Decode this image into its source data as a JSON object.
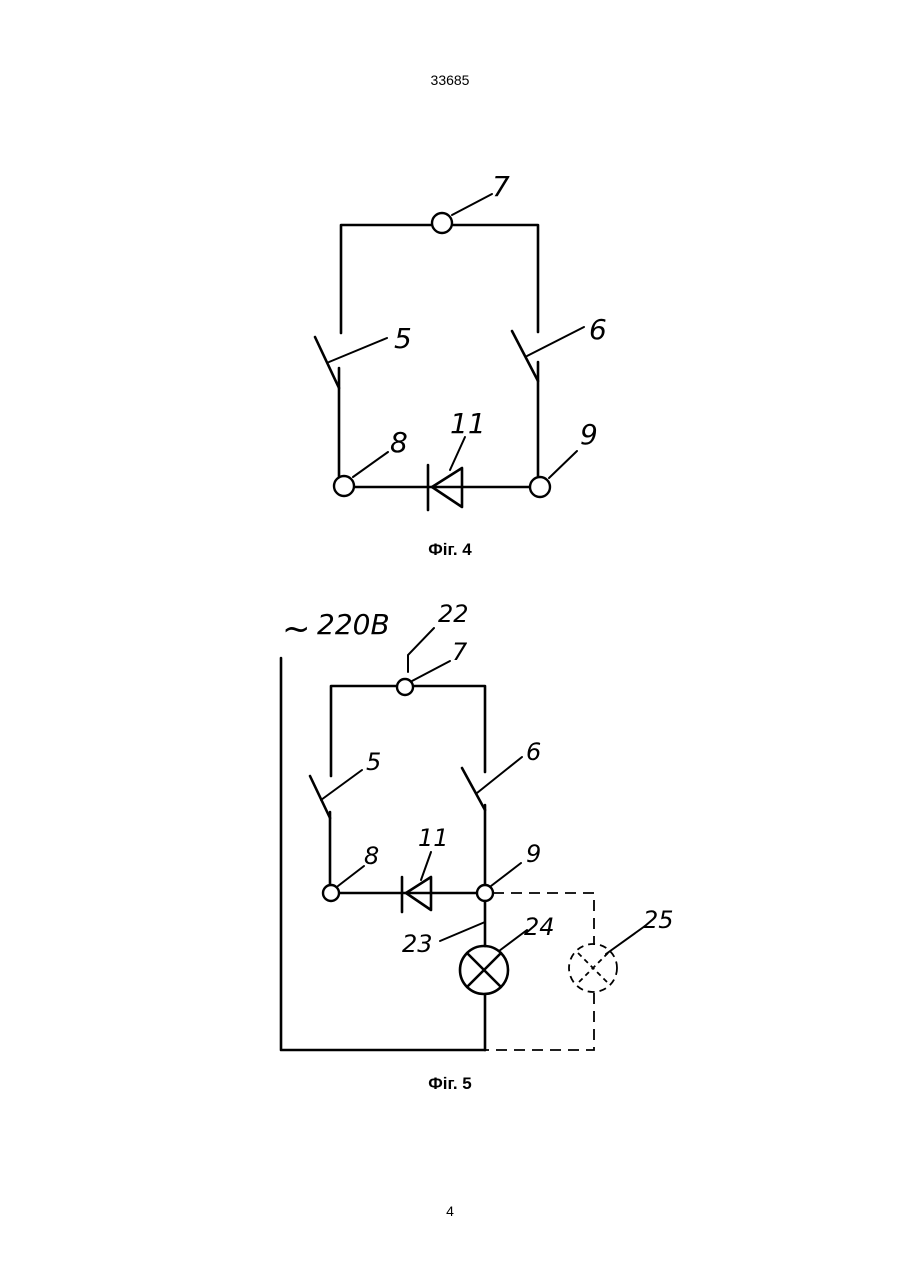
{
  "header": {
    "patent_number": "33685"
  },
  "footer": {
    "page_number": "4"
  },
  "fig4": {
    "caption": "Фіг. 4",
    "labels": {
      "l5": "5",
      "l6": "6",
      "l7": "7",
      "l8": "8",
      "l9": "9",
      "l11": "11"
    }
  },
  "fig5": {
    "caption": "Фіг. 5",
    "voltage": "220В",
    "labels": {
      "l5": "5",
      "l6": "6",
      "l7": "7",
      "l8": "8",
      "l9": "9",
      "l11": "11",
      "l22": "22",
      "l23": "23",
      "l24": "24",
      "l25": "25"
    }
  }
}
